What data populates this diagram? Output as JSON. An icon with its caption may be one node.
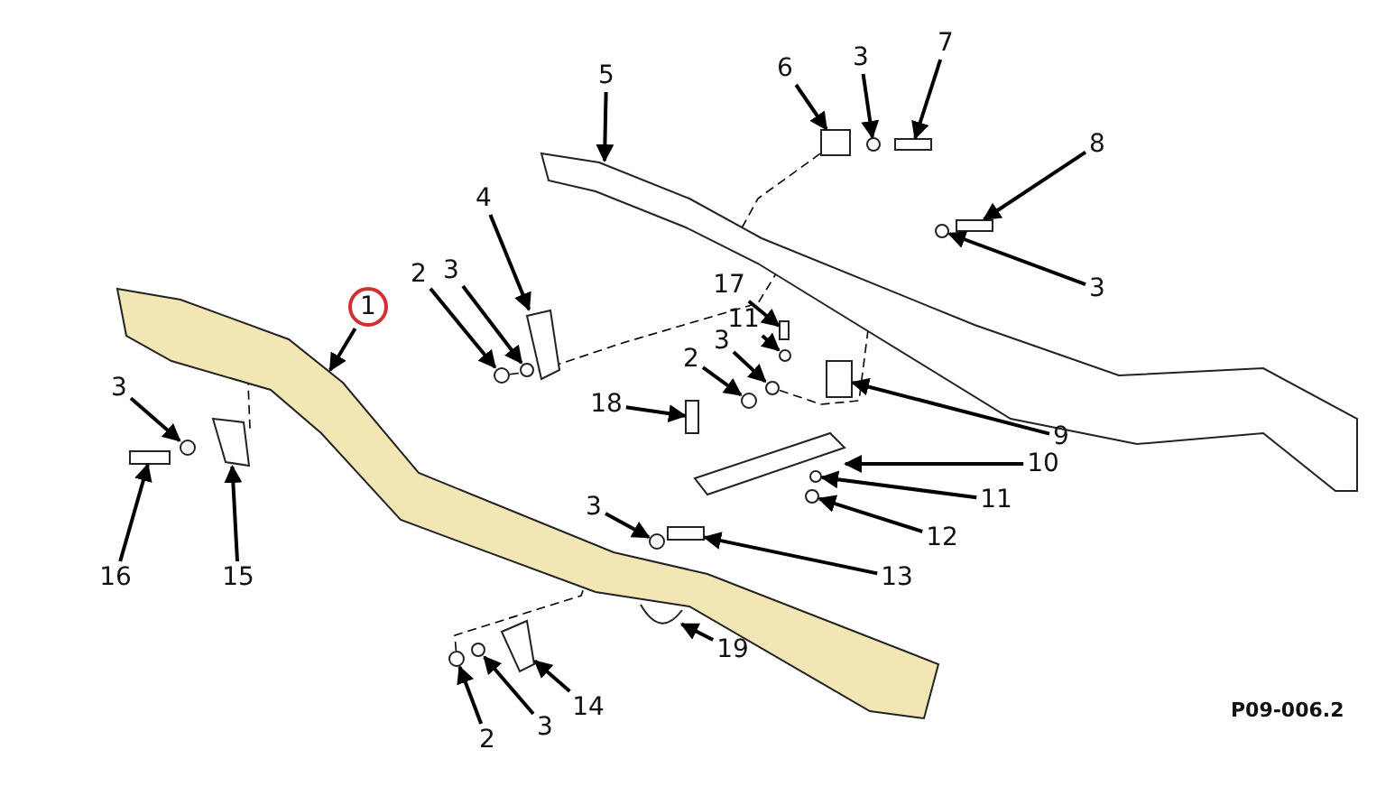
{
  "diagram": {
    "nodes": [
      {
        "text": [
          "7"
        ]
      },
      {
        "text": [
          "3"
        ]
      },
      {
        "text": [
          "6"
        ]
      },
      {
        "text": [
          "5"
        ]
      },
      {
        "text": [
          "8"
        ]
      },
      {
        "text": [
          "4"
        ]
      },
      {
        "text": [
          "3"
        ]
      },
      {
        "text": [
          "2"
        ]
      },
      {
        "text": [
          "17"
        ]
      },
      {
        "text": [
          "1"
        ]
      },
      {
        "text": [
          "11"
        ]
      },
      {
        "text": [
          "3"
        ]
      },
      {
        "text": [
          "2"
        ]
      },
      {
        "text": [
          "3"
        ]
      },
      {
        "text": [
          "3"
        ]
      },
      {
        "text": [
          "18"
        ]
      },
      {
        "text": [
          "9"
        ]
      },
      {
        "text": [
          "10"
        ]
      },
      {
        "text": [
          "11"
        ]
      },
      {
        "text": [
          "3"
        ]
      },
      {
        "text": [
          "12"
        ]
      },
      {
        "text": [
          "16"
        ]
      },
      {
        "text": [
          "15"
        ]
      },
      {
        "text": [
          "13"
        ]
      },
      {
        "text": [
          "19"
        ]
      },
      {
        "text": [
          "14"
        ]
      },
      {
        "text": [
          "3"
        ]
      },
      {
        "text": [
          "2"
        ]
      },
      {
        "text": [],
        "shape": "box"
      },
      {
        "text": [],
        "shape": "circle"
      },
      {
        "text": [],
        "shape": "box"
      },
      {
        "text": [],
        "shape": "picture"
      },
      {
        "text": [],
        "shape": "box"
      },
      {
        "text": [],
        "shape": "picture"
      },
      {
        "text": [],
        "shape": "circle"
      },
      {
        "text": [],
        "shape": "circle"
      },
      {
        "text": [],
        "shape": "box"
      },
      {
        "text": [],
        "shape": "picture"
      },
      {
        "text": [],
        "shape": "circle"
      },
      {
        "text": [],
        "shape": "circle"
      },
      {
        "text": [],
        "shape": "circle"
      },
      {
        "text": [],
        "shape": "circle"
      },
      {
        "text": [],
        "shape": "circle"
      },
      {
        "text": [],
        "shape": "box"
      },
      {
        "text": [],
        "shape": "box"
      },
      {
        "text": [],
        "shape": "picture"
      },
      {
        "text": [],
        "shape": "circle"
      },
      {
        "text": [],
        "shape": "circle"
      },
      {
        "text": [],
        "shape": "circle"
      },
      {
        "text": [],
        "shape": "box"
      },
      {
        "text": [],
        "shape": "picture"
      },
      {
        "text": [],
        "shape": "box"
      },
      {
        "text": [],
        "shape": "picture"
      },
      {
        "text": [],
        "shape": "picture"
      },
      {
        "text": [],
        "shape": "circle"
      },
      {
        "text": [],
        "shape": "circle"
      }
    ],
    "edges": [
      {
        "from": 0,
        "to": 28,
        "arrow": "to"
      },
      {
        "from": 1,
        "to": 29,
        "arrow": "to"
      },
      {
        "from": 2,
        "to": 30,
        "arrow": "to"
      },
      {
        "from": 3,
        "to": 31,
        "arrow": "to"
      },
      {
        "from": 4,
        "to": 32,
        "arrow": "to"
      },
      {
        "from": 5,
        "to": 33,
        "arrow": "to"
      },
      {
        "from": 6,
        "to": 34,
        "arrow": "to"
      },
      {
        "from": 7,
        "to": 35,
        "arrow": "to"
      },
      {
        "from": 8,
        "to": 36,
        "arrow": "to"
      },
      {
        "from": 9,
        "to": 37,
        "arrow": "to"
      },
      {
        "from": 10,
        "to": 38,
        "arrow": "to"
      },
      {
        "from": 11,
        "to": 39,
        "arrow": "to"
      },
      {
        "from": 12,
        "to": 40,
        "arrow": "to"
      },
      {
        "from": 13,
        "to": 41,
        "arrow": "to"
      },
      {
        "from": 14,
        "to": 42,
        "arrow": "to"
      },
      {
        "from": 15,
        "to": 43,
        "arrow": "to"
      },
      {
        "from": 16,
        "to": 44,
        "arrow": "to"
      },
      {
        "from": 17,
        "to": 45,
        "arrow": "to"
      },
      {
        "from": 18,
        "to": 46,
        "arrow": "to"
      },
      {
        "from": 19,
        "to": 47,
        "arrow": "to"
      },
      {
        "from": 20,
        "to": 48,
        "arrow": "to"
      },
      {
        "from": 21,
        "to": 49,
        "arrow": "to"
      },
      {
        "from": 22,
        "to": 50,
        "arrow": "to"
      },
      {
        "from": 23,
        "to": 51,
        "arrow": "to"
      },
      {
        "from": 24,
        "to": 52,
        "arrow": "to"
      },
      {
        "from": 25,
        "to": 53,
        "arrow": "to"
      },
      {
        "from": 26,
        "to": 54,
        "arrow": "to"
      },
      {
        "from": 27,
        "to": 55,
        "arrow": "to"
      },
      {
        "from": 30,
        "to": 31,
        "arrow": "none",
        "style": "dashed"
      },
      {
        "from": 35,
        "to": 31,
        "arrow": "none",
        "style": "dashed"
      },
      {
        "from": 39,
        "to": 31,
        "arrow": "none",
        "style": "dashed"
      },
      {
        "from": 50,
        "to": 37,
        "arrow": "none",
        "style": "dashed"
      },
      {
        "from": 55,
        "to": 37,
        "arrow": "none",
        "style": "dashed"
      }
    ],
    "labels": [
      "P09-006.2"
    ]
  }
}
